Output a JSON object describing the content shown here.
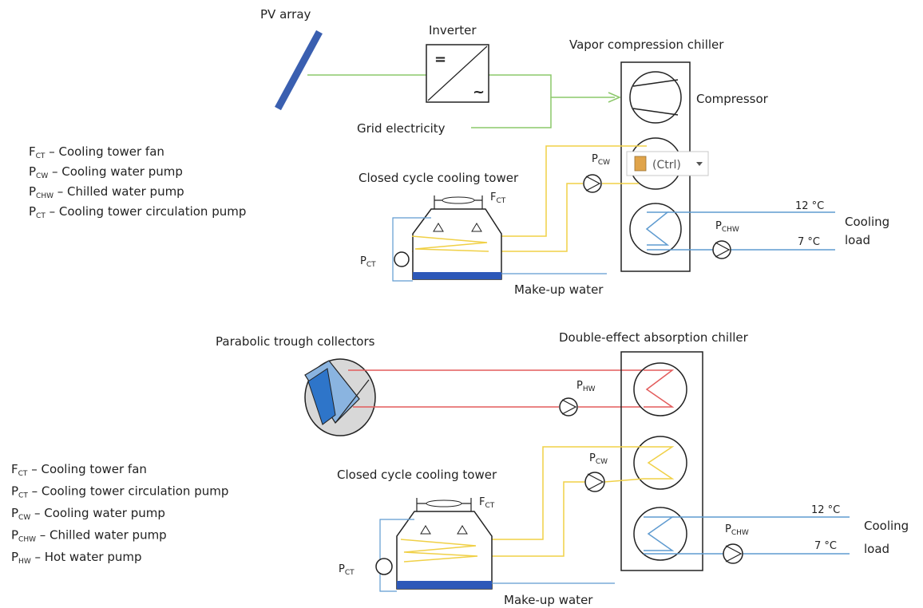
{
  "colors": {
    "electric": "#8cc86a",
    "cooling_water": "#f0d046",
    "chilled_water": "#5f9bd0",
    "hot_water": "#e35b5b",
    "outline": "#222222",
    "pv": "#3a5fb0",
    "basin": "#2d58b8",
    "collector": "#2e75c9"
  },
  "top": {
    "pv_label": "PV array",
    "inverter_label": "Inverter",
    "inverter_dc": "=",
    "inverter_ac": "~",
    "grid_label": "Grid electricity",
    "chiller_label": "Vapor compression chiller",
    "compressor_label": "Compressor",
    "tower_label": "Closed cycle cooling tower",
    "makeup_label": "Make-up water",
    "temp_hot": "12 °C",
    "temp_cold": "7 °C",
    "load_line1": "Cooling",
    "load_line2": "load",
    "paste_text": "(Ctrl)",
    "pumps": {
      "cw": "P",
      "cw_sub": "CW",
      "chw": "P",
      "chw_sub": "CHW",
      "ct": "P",
      "ct_sub": "CT",
      "fan": "F",
      "fan_sub": "CT"
    },
    "legend": [
      {
        "sym": "F",
        "sub": "CT",
        "text": " – Cooling tower fan"
      },
      {
        "sym": "P",
        "sub": "CW",
        "text": " – Cooling water pump"
      },
      {
        "sym": "P",
        "sub": "CHW",
        "text": " – Chilled water pump"
      },
      {
        "sym": "P",
        "sub": "CT",
        "text": " – Cooling tower circulation pump"
      }
    ]
  },
  "bottom": {
    "collector_label": "Parabolic trough collectors",
    "chiller_label": "Double-effect absorption chiller",
    "tower_label": "Closed cycle cooling tower",
    "makeup_label": "Make-up water",
    "temp_hot": "12 °C",
    "temp_cold": "7 °C",
    "load_line1": "Cooling",
    "load_line2": "load",
    "pumps": {
      "hw": "P",
      "hw_sub": "HW",
      "cw": "P",
      "cw_sub": "CW",
      "chw": "P",
      "chw_sub": "CHW",
      "ct": "P",
      "ct_sub": "CT",
      "fan": "F",
      "fan_sub": "CT"
    },
    "legend": [
      {
        "sym": "F",
        "sub": "CT",
        "text": " – Cooling tower fan"
      },
      {
        "sym": "P",
        "sub": "CT",
        "text": " – Cooling tower circulation pump"
      },
      {
        "sym": "P",
        "sub": "CW",
        "text": " – Cooling water pump"
      },
      {
        "sym": "P",
        "sub": "CHW",
        "text": " – Chilled water pump"
      },
      {
        "sym": "P",
        "sub": "HW",
        "text": " – Hot water pump"
      }
    ]
  }
}
